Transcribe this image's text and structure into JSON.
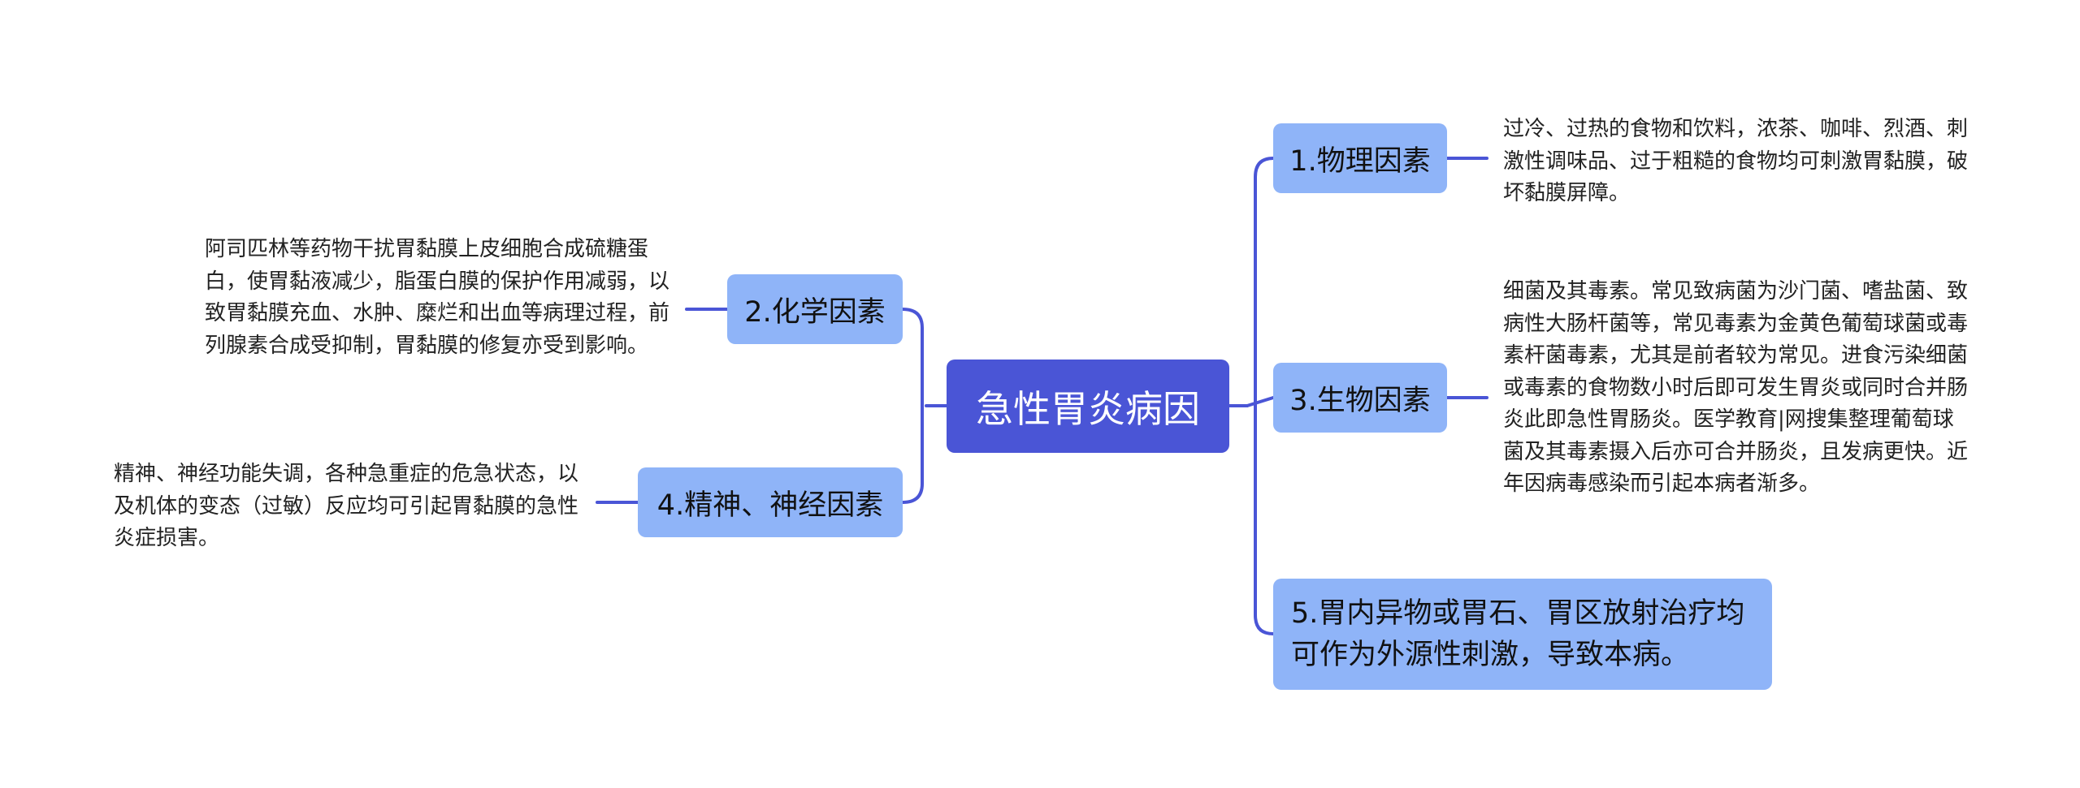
{
  "colors": {
    "root_bg": "#4A55D6",
    "branch_bg": "#8FB4F8",
    "connector": "#4A55D6"
  },
  "root": {
    "label": "急性胃炎病因"
  },
  "branches": [
    {
      "label": "1.物理因素",
      "detail": "过冷、过热的食物和饮料，浓茶、咖啡、烈酒、刺激性调味品、过于粗糙的食物均可刺激胃黏膜，破坏黏膜屏障。"
    },
    {
      "label": "2.化学因素",
      "detail": "阿司匹林等药物干扰胃黏膜上皮细胞合成硫糖蛋白，使胃黏液减少，脂蛋白膜的保护作用减弱，以致胃黏膜充血、水肿、糜烂和出血等病理过程，前列腺素合成受抑制，胃黏膜的修复亦受到影响。"
    },
    {
      "label": "3.生物因素",
      "detail": "细菌及其毒素。常见致病菌为沙门菌、嗜盐菌、致病性大肠杆菌等，常见毒素为金黄色葡萄球菌或毒素杆菌毒素，尤其是前者较为常见。进食污染细菌或毒素的食物数小时后即可发生胃炎或同时合并肠炎此即急性胃肠炎。医学教育|网搜集整理葡萄球菌及其毒素摄入后亦可合并肠炎，且发病更快。近年因病毒感染而引起本病者渐多。"
    },
    {
      "label": "4.精神、神经因素",
      "detail": "精神、神经功能失调，各种急重症的危急状态，以及机体的变态（过敏）反应均可引起胃黏膜的急性炎症损害。"
    },
    {
      "label": "5.胃内异物或胃石、胃区放射治疗均可作为外源性刺激，导致本病。"
    }
  ]
}
